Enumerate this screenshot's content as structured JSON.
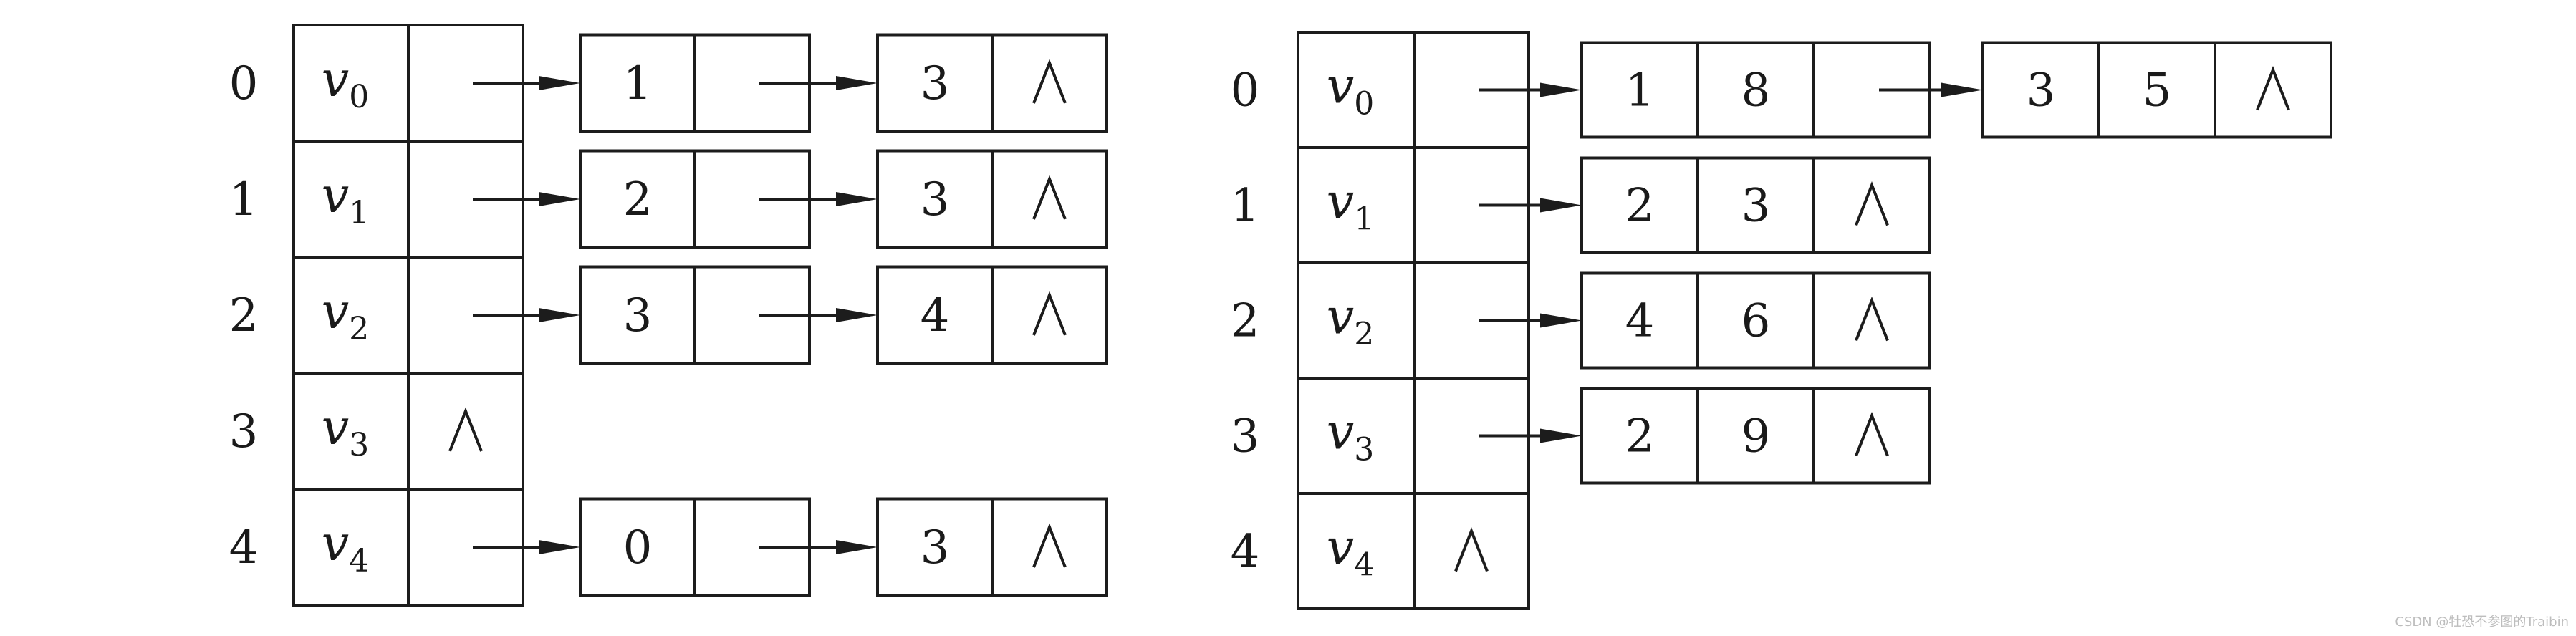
{
  "null_symbol": "∧",
  "vertex_prefix": "v",
  "watermark": "CSDN @牡恐不参图的Traibin",
  "left_list": {
    "rows": [
      {
        "index": "0",
        "sub": "0",
        "nodes": [
          [
            "1"
          ],
          [
            "3"
          ]
        ]
      },
      {
        "index": "1",
        "sub": "1",
        "nodes": [
          [
            "2"
          ],
          [
            "3"
          ]
        ]
      },
      {
        "index": "2",
        "sub": "2",
        "nodes": [
          [
            "3"
          ],
          [
            "4"
          ]
        ]
      },
      {
        "index": "3",
        "sub": "3",
        "nodes": []
      },
      {
        "index": "4",
        "sub": "4",
        "nodes": [
          [
            "0"
          ],
          [
            "3"
          ]
        ]
      }
    ]
  },
  "right_list": {
    "rows": [
      {
        "index": "0",
        "sub": "0",
        "nodes": [
          [
            "1",
            "8"
          ],
          [
            "3",
            "5"
          ]
        ]
      },
      {
        "index": "1",
        "sub": "1",
        "nodes": [
          [
            "2",
            "3"
          ]
        ]
      },
      {
        "index": "2",
        "sub": "2",
        "nodes": [
          [
            "4",
            "6"
          ]
        ]
      },
      {
        "index": "3",
        "sub": "3",
        "nodes": [
          [
            "2",
            "9"
          ]
        ]
      },
      {
        "index": "4",
        "sub": "4",
        "nodes": []
      }
    ]
  }
}
